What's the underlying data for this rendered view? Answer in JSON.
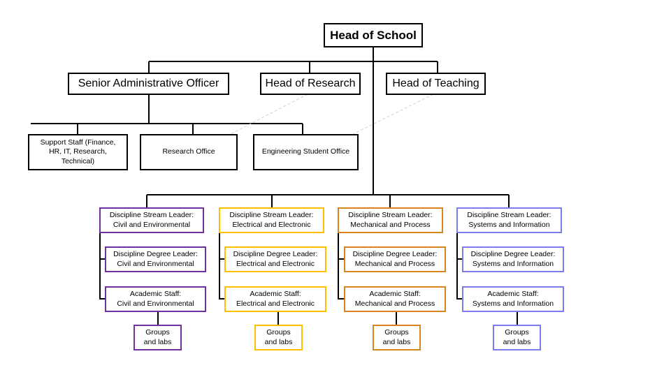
{
  "head": {
    "label": "Head of School"
  },
  "directs": [
    {
      "id": "sao",
      "label": "Senior Administrative Officer"
    },
    {
      "id": "hor",
      "label": "Head of Research"
    },
    {
      "id": "hot",
      "label": "Head of Teaching"
    }
  ],
  "admin_units": [
    {
      "label": "Support Staff (Finance,\nHR, IT, Research,\nTechnical)"
    },
    {
      "label": "Research Office"
    },
    {
      "label": "Engineering Student Office"
    }
  ],
  "dotted_links": [
    {
      "from": "Head of Research",
      "to": "Research Office"
    },
    {
      "from": "Head of Teaching",
      "to": "Engineering Student Office"
    }
  ],
  "disciplines": [
    {
      "name": "Civil and Environmental",
      "color": "#7030A0",
      "stream": "Discipline Stream Leader:\nCivil and Environmental",
      "degree": "Discipline Degree Leader:\nCivil and Environmental",
      "academic": "Academic Staff:\nCivil and Environmental",
      "groups": "Groups\nand labs"
    },
    {
      "name": "Electrical and Electronic",
      "color": "#FFC000",
      "stream": "Discipline Stream Leader:\nElectrical and Electronic",
      "degree": "Discipline Degree Leader:\nElectrical and Electronic",
      "academic": "Academic Staff:\nElectrical and Electronic",
      "groups": "Groups\nand labs"
    },
    {
      "name": "Mechanical and Process",
      "color": "#D9841E",
      "stream": "Discipline Stream Leader:\nMechanical and Process",
      "degree": "Discipline Degree Leader:\nMechanical and Process",
      "academic": "Academic Staff:\nMechanical and Process",
      "groups": "Groups\nand labs"
    },
    {
      "name": "Systems and Information",
      "color": "#7B7BF0",
      "stream": "Discipline Stream Leader:\nSystems and Information",
      "degree": "Discipline Degree Leader:\nSystems and Information",
      "academic": "Academic Staff:\nSystems and Information",
      "groups": "Groups\nand labs"
    }
  ],
  "colors": {
    "line": "#000000",
    "dotted_line": "#d0d0d0"
  }
}
